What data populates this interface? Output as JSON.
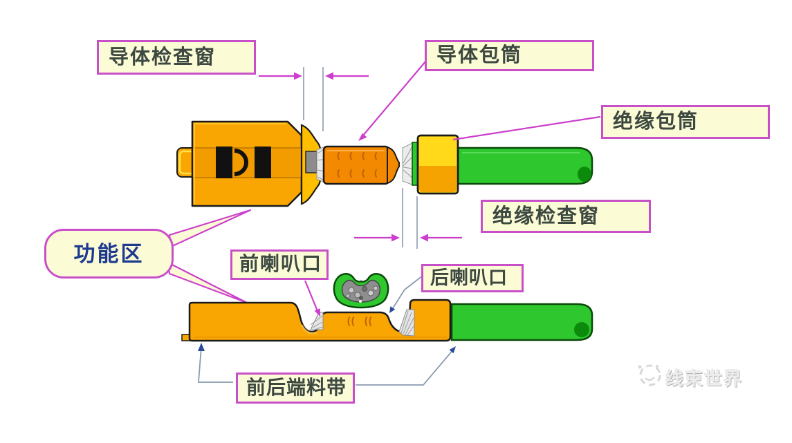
{
  "diagram": {
    "labels": {
      "conductor_inspection_window": "导体检查窗",
      "conductor_barrel": "导体包筒",
      "insulation_barrel": "绝缘包筒",
      "insulation_inspection_window": "绝缘检查窗",
      "function_zone": "功能区",
      "front_bell_mouth": "前喇叭口",
      "rear_bell_mouth": "后喇叭口",
      "front_rear_carrier_strip": "前后端料带"
    },
    "watermark": {
      "text": "线束世界"
    },
    "colors": {
      "label_background": "#FBFBD6",
      "label_border": "#C94FC9",
      "label_text": "#3C4840",
      "function_zone_text": "#1D3A8F",
      "terminal_orange": "#F9A602",
      "barrel_orange": "#F28900",
      "highlight_yellow": "#FFD91A",
      "wire_green": "#2EC82E",
      "wire_green_dark": "#0C8A0C",
      "dimension_line_gray": "#8A9AB0",
      "arrow_magenta": "#CC3FCC",
      "arrow_blue": "#2A4A9A"
    }
  }
}
